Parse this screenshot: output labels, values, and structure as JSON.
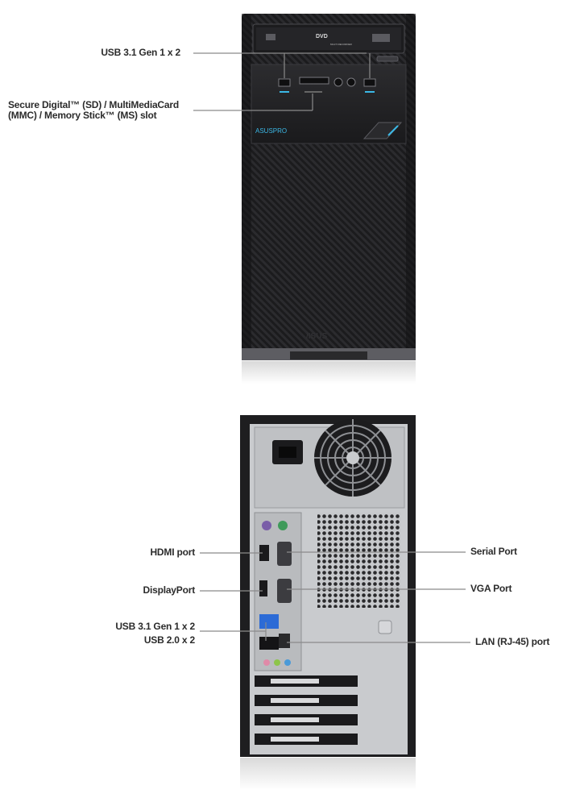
{
  "front": {
    "callouts": {
      "usb31_front": "USB 3.1 Gen 1 x 2",
      "card_reader_line1": "Secure Digital™ (SD) / MultiMediaCard",
      "card_reader_line2": "(MMC) / Memory Stick™ (MS) slot"
    },
    "brand_text": "ASUSPRO",
    "bezel_logo": "/ISUS",
    "drive_badge": "DVD",
    "drive_badge_sub": "MULTI RECORDER"
  },
  "rear": {
    "callouts": {
      "hdmi": "HDMI port",
      "displayport": "DisplayPort",
      "usb31_rear": "USB 3.1 Gen 1 x 2",
      "usb20_rear": "USB 2.0 x 2",
      "serial": "Serial Port",
      "vga": "VGA Port",
      "lan": "LAN (RJ-45) port"
    }
  },
  "colors": {
    "label_text": "#2b2b2b",
    "leader_line": "#8a8a8a",
    "case_black": "#1e1e20",
    "panel_silver": "#c9cbce",
    "accent_blue": "#3bb8e6"
  }
}
